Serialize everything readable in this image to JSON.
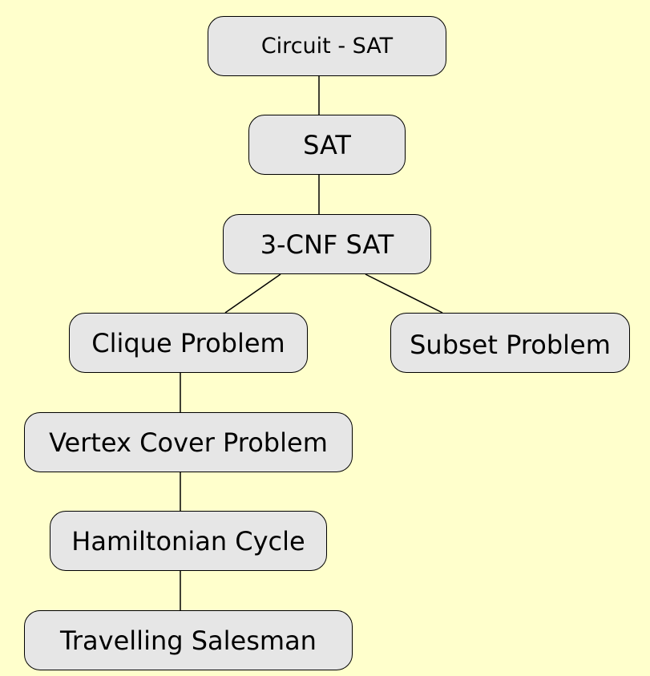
{
  "colors": {
    "background": "#ffffcc",
    "node_fill": "#e6e6e6",
    "node_border": "#000000",
    "edge": "#000000",
    "text": "#000000"
  },
  "nodes": {
    "circuit_sat": "Circuit - SAT",
    "sat": "SAT",
    "cnf_sat": "3-CNF SAT",
    "clique": "Clique Problem",
    "subset": "Subset Problem",
    "vertex_cover": "Vertex Cover Problem",
    "hamiltonian": "Hamiltonian Cycle",
    "travelling": "Travelling Salesman"
  },
  "edges": [
    [
      "circuit_sat",
      "sat"
    ],
    [
      "sat",
      "cnf_sat"
    ],
    [
      "cnf_sat",
      "clique"
    ],
    [
      "cnf_sat",
      "subset"
    ],
    [
      "clique",
      "vertex_cover"
    ],
    [
      "vertex_cover",
      "hamiltonian"
    ],
    [
      "hamiltonian",
      "travelling"
    ]
  ]
}
